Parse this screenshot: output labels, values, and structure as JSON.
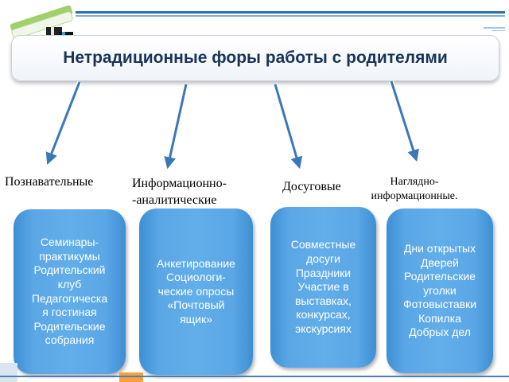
{
  "title": "Нетрадиционные форы работы с родителями",
  "categories": [
    {
      "label": "Познавательные",
      "lines": [
        "Познавательные"
      ]
    },
    {
      "label": "Информационно--аналитические",
      "lines": [
        "Информационно-",
        "-аналитические"
      ]
    },
    {
      "label": "Досуговые",
      "lines": [
        "Досуговые"
      ]
    },
    {
      "label": "Наглядно-информационные.",
      "lines": [
        "Наглядно-",
        "информационные."
      ]
    }
  ],
  "boxes": [
    {
      "lines": [
        "Семинары-",
        "практикумы",
        "Родительский",
        "клуб",
        "Педагогическа",
        "я гостиная",
        "Родительские",
        "собрания"
      ]
    },
    {
      "lines": [
        "Анкетирование",
        "Социологи-",
        "ческие опросы",
        "«Почтовый",
        "ящик»"
      ]
    },
    {
      "lines": [
        "Совместные",
        "досуги",
        "Праздники",
        "Участие в",
        "выставках,",
        "конкурсах,",
        "экскурсиях"
      ]
    },
    {
      "lines": [
        "Дни открытых",
        "Дверей",
        "Родительские",
        "уголки",
        "Фотовыставки",
        "Копилка",
        "Добрых дел"
      ]
    }
  ],
  "colors": {
    "title_text": "#18345c",
    "box_fill": "#5ba7e6",
    "arrow": "#3a78b8",
    "accent_orange": "#f7a13b"
  },
  "icons": [
    "books-icon"
  ]
}
